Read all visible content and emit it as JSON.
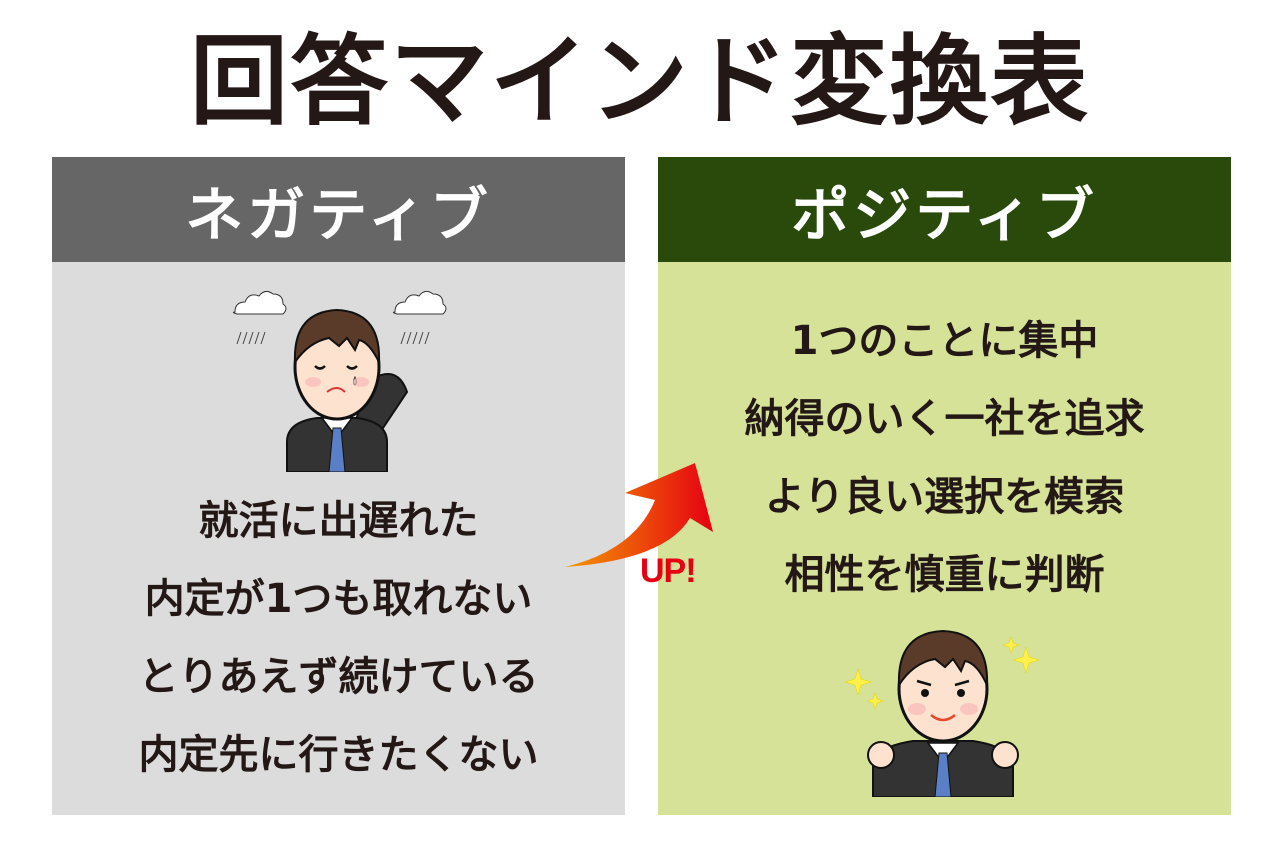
{
  "title": "回答マインド変換表",
  "negative": {
    "header": "ネガティブ",
    "header_color": "#666666",
    "bg_color": "#dcdcdc",
    "illustration": "sad-businessman-with-rain-clouds",
    "items": [
      "就活に出遅れた",
      "内定が1つも取れない",
      "とりあえず続けている",
      "内定先に行きたくない"
    ]
  },
  "positive": {
    "header": "ポジティブ",
    "header_color": "#2a4a0c",
    "bg_color": "#d5e298",
    "illustration": "confident-businessman-with-sparkles",
    "items": [
      "1つのことに集中",
      "納得のいく一社を追求",
      "より良い選択を模索",
      "相性を慎重に判断"
    ]
  },
  "transition": {
    "icon": "curved-up-arrow-icon",
    "label": "UP!",
    "label_color": "#e60012",
    "gradient": [
      "#f39800",
      "#e60012"
    ]
  }
}
